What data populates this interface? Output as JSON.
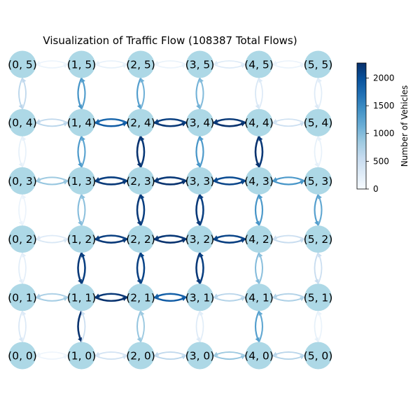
{
  "title": "Visualization of Traffic Flow (108387 Total Flows)",
  "colorbar": {
    "label": "Number of Vehicles",
    "ticks": [
      "0",
      "500",
      "1000",
      "1500",
      "2000"
    ],
    "tick_values": [
      0,
      500,
      1000,
      1500,
      2000
    ],
    "max": 2270,
    "colors": [
      "#f7fbff",
      "#deebf7",
      "#c6dbef",
      "#9ecae1",
      "#6baed6",
      "#4292c6",
      "#2171b5",
      "#08519c",
      "#08306b"
    ]
  },
  "node_color": "#add8e6",
  "nodes": [
    {
      "label": "(0, 0)",
      "x": 0,
      "y": 0
    },
    {
      "label": "(1, 0)",
      "x": 1,
      "y": 0
    },
    {
      "label": "(2, 0)",
      "x": 2,
      "y": 0
    },
    {
      "label": "(3, 0)",
      "x": 3,
      "y": 0
    },
    {
      "label": "(4, 0)",
      "x": 4,
      "y": 0
    },
    {
      "label": "(5, 0)",
      "x": 5,
      "y": 0
    },
    {
      "label": "(0, 1)",
      "x": 0,
      "y": 1
    },
    {
      "label": "(1, 1)",
      "x": 1,
      "y": 1
    },
    {
      "label": "(2, 1)",
      "x": 2,
      "y": 1
    },
    {
      "label": "(3, 1)",
      "x": 3,
      "y": 1
    },
    {
      "label": "(4, 1)",
      "x": 4,
      "y": 1
    },
    {
      "label": "(5, 1)",
      "x": 5,
      "y": 1
    },
    {
      "label": "(0, 2)",
      "x": 0,
      "y": 2
    },
    {
      "label": "(1, 2)",
      "x": 1,
      "y": 2
    },
    {
      "label": "(2, 2)",
      "x": 2,
      "y": 2
    },
    {
      "label": "(3, 2)",
      "x": 3,
      "y": 2
    },
    {
      "label": "(4, 2)",
      "x": 4,
      "y": 2
    },
    {
      "label": "(5, 2)",
      "x": 5,
      "y": 2
    },
    {
      "label": "(0, 3)",
      "x": 0,
      "y": 3
    },
    {
      "label": "(1, 3)",
      "x": 1,
      "y": 3
    },
    {
      "label": "(2, 3)",
      "x": 2,
      "y": 3
    },
    {
      "label": "(3, 3)",
      "x": 3,
      "y": 3
    },
    {
      "label": "(4, 3)",
      "x": 4,
      "y": 3
    },
    {
      "label": "(5, 3)",
      "x": 5,
      "y": 3
    },
    {
      "label": "(0, 4)",
      "x": 0,
      "y": 4
    },
    {
      "label": "(1, 4)",
      "x": 1,
      "y": 4
    },
    {
      "label": "(2, 4)",
      "x": 2,
      "y": 4
    },
    {
      "label": "(3, 4)",
      "x": 3,
      "y": 4
    },
    {
      "label": "(4, 4)",
      "x": 4,
      "y": 4
    },
    {
      "label": "(5, 4)",
      "x": 5,
      "y": 4
    },
    {
      "label": "(0, 5)",
      "x": 0,
      "y": 5
    },
    {
      "label": "(1, 5)",
      "x": 1,
      "y": 5
    },
    {
      "label": "(2, 5)",
      "x": 2,
      "y": 5
    },
    {
      "label": "(3, 5)",
      "x": 3,
      "y": 5
    },
    {
      "label": "(4, 5)",
      "x": 4,
      "y": 5
    },
    {
      "label": "(5, 5)",
      "x": 5,
      "y": 5
    }
  ],
  "edges": [
    {
      "from": [
        0,
        5
      ],
      "to": [
        1,
        5
      ],
      "flow": 150
    },
    {
      "from": [
        1,
        5
      ],
      "to": [
        0,
        5
      ],
      "flow": 120
    },
    {
      "from": [
        1,
        5
      ],
      "to": [
        2,
        5
      ],
      "flow": 200
    },
    {
      "from": [
        2,
        5
      ],
      "to": [
        1,
        5
      ],
      "flow": 180
    },
    {
      "from": [
        2,
        5
      ],
      "to": [
        3,
        5
      ],
      "flow": 150
    },
    {
      "from": [
        3,
        5
      ],
      "to": [
        2,
        5
      ],
      "flow": 160
    },
    {
      "from": [
        3,
        5
      ],
      "to": [
        4,
        5
      ],
      "flow": 300
    },
    {
      "from": [
        4,
        5
      ],
      "to": [
        3,
        5
      ],
      "flow": 280
    },
    {
      "from": [
        4,
        5
      ],
      "to": [
        5,
        5
      ],
      "flow": 150
    },
    {
      "from": [
        5,
        5
      ],
      "to": [
        4,
        5
      ],
      "flow": 140
    },
    {
      "from": [
        0,
        4
      ],
      "to": [
        1,
        4
      ],
      "flow": 650
    },
    {
      "from": [
        1,
        4
      ],
      "to": [
        0,
        4
      ],
      "flow": 600
    },
    {
      "from": [
        1,
        4
      ],
      "to": [
        2,
        4
      ],
      "flow": 1900
    },
    {
      "from": [
        2,
        4
      ],
      "to": [
        1,
        4
      ],
      "flow": 1800
    },
    {
      "from": [
        2,
        4
      ],
      "to": [
        3,
        4
      ],
      "flow": 2200
    },
    {
      "from": [
        3,
        4
      ],
      "to": [
        2,
        4
      ],
      "flow": 2150
    },
    {
      "from": [
        3,
        4
      ],
      "to": [
        4,
        4
      ],
      "flow": 2250
    },
    {
      "from": [
        4,
        4
      ],
      "to": [
        3,
        4
      ],
      "flow": 2200
    },
    {
      "from": [
        4,
        4
      ],
      "to": [
        5,
        4
      ],
      "flow": 500
    },
    {
      "from": [
        5,
        4
      ],
      "to": [
        4,
        4
      ],
      "flow": 450
    },
    {
      "from": [
        0,
        3
      ],
      "to": [
        1,
        3
      ],
      "flow": 900
    },
    {
      "from": [
        1,
        3
      ],
      "to": [
        0,
        3
      ],
      "flow": 850
    },
    {
      "from": [
        1,
        3
      ],
      "to": [
        2,
        3
      ],
      "flow": 2200
    },
    {
      "from": [
        2,
        3
      ],
      "to": [
        1,
        3
      ],
      "flow": 2150
    },
    {
      "from": [
        2,
        3
      ],
      "to": [
        3,
        3
      ],
      "flow": 2250
    },
    {
      "from": [
        3,
        3
      ],
      "to": [
        2,
        3
      ],
      "flow": 2200
    },
    {
      "from": [
        3,
        3
      ],
      "to": [
        4,
        3
      ],
      "flow": 2100
    },
    {
      "from": [
        4,
        3
      ],
      "to": [
        3,
        3
      ],
      "flow": 2050
    },
    {
      "from": [
        4,
        3
      ],
      "to": [
        5,
        3
      ],
      "flow": 1400
    },
    {
      "from": [
        5,
        3
      ],
      "to": [
        4,
        3
      ],
      "flow": 1350
    },
    {
      "from": [
        0,
        2
      ],
      "to": [
        1,
        2
      ],
      "flow": 350
    },
    {
      "from": [
        1,
        2
      ],
      "to": [
        0,
        2
      ],
      "flow": 300
    },
    {
      "from": [
        1,
        2
      ],
      "to": [
        2,
        2
      ],
      "flow": 2200
    },
    {
      "from": [
        2,
        2
      ],
      "to": [
        1,
        2
      ],
      "flow": 2150
    },
    {
      "from": [
        2,
        2
      ],
      "to": [
        3,
        2
      ],
      "flow": 2250
    },
    {
      "from": [
        3,
        2
      ],
      "to": [
        2,
        2
      ],
      "flow": 2200
    },
    {
      "from": [
        3,
        2
      ],
      "to": [
        4,
        2
      ],
      "flow": 2150
    },
    {
      "from": [
        4,
        2
      ],
      "to": [
        3,
        2
      ],
      "flow": 2100
    },
    {
      "from": [
        4,
        2
      ],
      "to": [
        5,
        2
      ],
      "flow": 550
    },
    {
      "from": [
        5,
        2
      ],
      "to": [
        4,
        2
      ],
      "flow": 500
    },
    {
      "from": [
        0,
        1
      ],
      "to": [
        1,
        1
      ],
      "flow": 800
    },
    {
      "from": [
        1,
        1
      ],
      "to": [
        0,
        1
      ],
      "flow": 750
    },
    {
      "from": [
        1,
        1
      ],
      "to": [
        2,
        1
      ],
      "flow": 2250
    },
    {
      "from": [
        2,
        1
      ],
      "to": [
        1,
        1
      ],
      "flow": 2200
    },
    {
      "from": [
        2,
        1
      ],
      "to": [
        3,
        1
      ],
      "flow": 1900
    },
    {
      "from": [
        3,
        1
      ],
      "to": [
        2,
        1
      ],
      "flow": 1850
    },
    {
      "from": [
        3,
        1
      ],
      "to": [
        4,
        1
      ],
      "flow": 700
    },
    {
      "from": [
        4,
        1
      ],
      "to": [
        3,
        1
      ],
      "flow": 650
    },
    {
      "from": [
        4,
        1
      ],
      "to": [
        5,
        1
      ],
      "flow": 750
    },
    {
      "from": [
        5,
        1
      ],
      "to": [
        4,
        1
      ],
      "flow": 700
    },
    {
      "from": [
        0,
        0
      ],
      "to": [
        1,
        0
      ],
      "flow": 120
    },
    {
      "from": [
        1,
        0
      ],
      "to": [
        0,
        0
      ],
      "flow": 100
    },
    {
      "from": [
        1,
        0
      ],
      "to": [
        2,
        0
      ],
      "flow": 450
    },
    {
      "from": [
        2,
        0
      ],
      "to": [
        1,
        0
      ],
      "flow": 400
    },
    {
      "from": [
        2,
        0
      ],
      "to": [
        3,
        0
      ],
      "flow": 650
    },
    {
      "from": [
        3,
        0
      ],
      "to": [
        2,
        0
      ],
      "flow": 600
    },
    {
      "from": [
        3,
        0
      ],
      "to": [
        4,
        0
      ],
      "flow": 900
    },
    {
      "from": [
        4,
        0
      ],
      "to": [
        3,
        0
      ],
      "flow": 850
    },
    {
      "from": [
        4,
        0
      ],
      "to": [
        5,
        0
      ],
      "flow": 700
    },
    {
      "from": [
        5,
        0
      ],
      "to": [
        4,
        0
      ],
      "flow": 650
    },
    {
      "from": [
        0,
        5
      ],
      "to": [
        0,
        4
      ],
      "flow": 650
    },
    {
      "from": [
        0,
        4
      ],
      "to": [
        0,
        5
      ],
      "flow": 600
    },
    {
      "from": [
        0,
        4
      ],
      "to": [
        0,
        3
      ],
      "flow": 200
    },
    {
      "from": [
        0,
        3
      ],
      "to": [
        0,
        4
      ],
      "flow": 180
    },
    {
      "from": [
        0,
        3
      ],
      "to": [
        0,
        2
      ],
      "flow": 150
    },
    {
      "from": [
        0,
        2
      ],
      "to": [
        0,
        3
      ],
      "flow": 140
    },
    {
      "from": [
        0,
        2
      ],
      "to": [
        0,
        1
      ],
      "flow": 250
    },
    {
      "from": [
        0,
        1
      ],
      "to": [
        0,
        2
      ],
      "flow": 230
    },
    {
      "from": [
        0,
        1
      ],
      "to": [
        0,
        0
      ],
      "flow": 350
    },
    {
      "from": [
        0,
        0
      ],
      "to": [
        0,
        1
      ],
      "flow": 300
    },
    {
      "from": [
        1,
        5
      ],
      "to": [
        1,
        4
      ],
      "flow": 1400
    },
    {
      "from": [
        1,
        4
      ],
      "to": [
        1,
        5
      ],
      "flow": 1300
    },
    {
      "from": [
        1,
        4
      ],
      "to": [
        1,
        3
      ],
      "flow": 1350
    },
    {
      "from": [
        1,
        3
      ],
      "to": [
        1,
        4
      ],
      "flow": 1250
    },
    {
      "from": [
        1,
        3
      ],
      "to": [
        1,
        2
      ],
      "flow": 1000
    },
    {
      "from": [
        1,
        2
      ],
      "to": [
        1,
        3
      ],
      "flow": 950
    },
    {
      "from": [
        1,
        2
      ],
      "to": [
        1,
        1
      ],
      "flow": 2200
    },
    {
      "from": [
        1,
        1
      ],
      "to": [
        1,
        2
      ],
      "flow": 2150
    },
    {
      "from": [
        1,
        1
      ],
      "to": [
        1,
        0
      ],
      "flow": 2250
    },
    {
      "from": [
        1,
        0
      ],
      "to": [
        1,
        1
      ],
      "flow": 500
    },
    {
      "from": [
        2,
        5
      ],
      "to": [
        2,
        4
      ],
      "flow": 1300
    },
    {
      "from": [
        2,
        4
      ],
      "to": [
        2,
        5
      ],
      "flow": 1100
    },
    {
      "from": [
        2,
        4
      ],
      "to": [
        2,
        3
      ],
      "flow": 2250
    },
    {
      "from": [
        2,
        3
      ],
      "to": [
        2,
        4
      ],
      "flow": 2200
    },
    {
      "from": [
        2,
        3
      ],
      "to": [
        2,
        2
      ],
      "flow": 2200
    },
    {
      "from": [
        2,
        2
      ],
      "to": [
        2,
        3
      ],
      "flow": 2150
    },
    {
      "from": [
        2,
        2
      ],
      "to": [
        2,
        1
      ],
      "flow": 2150
    },
    {
      "from": [
        2,
        1
      ],
      "to": [
        2,
        2
      ],
      "flow": 2100
    },
    {
      "from": [
        2,
        1
      ],
      "to": [
        2,
        0
      ],
      "flow": 900
    },
    {
      "from": [
        2,
        0
      ],
      "to": [
        2,
        1
      ],
      "flow": 850
    },
    {
      "from": [
        3,
        5
      ],
      "to": [
        3,
        4
      ],
      "flow": 1100
    },
    {
      "from": [
        3,
        4
      ],
      "to": [
        3,
        5
      ],
      "flow": 1000
    },
    {
      "from": [
        3,
        4
      ],
      "to": [
        3,
        3
      ],
      "flow": 1400
    },
    {
      "from": [
        3,
        3
      ],
      "to": [
        3,
        4
      ],
      "flow": 1350
    },
    {
      "from": [
        3,
        3
      ],
      "to": [
        3,
        2
      ],
      "flow": 2200
    },
    {
      "from": [
        3,
        2
      ],
      "to": [
        3,
        3
      ],
      "flow": 2150
    },
    {
      "from": [
        3,
        2
      ],
      "to": [
        3,
        1
      ],
      "flow": 2200
    },
    {
      "from": [
        3,
        1
      ],
      "to": [
        3,
        2
      ],
      "flow": 2150
    },
    {
      "from": [
        3,
        1
      ],
      "to": [
        3,
        0
      ],
      "flow": 300
    },
    {
      "from": [
        3,
        0
      ],
      "to": [
        3,
        1
      ],
      "flow": 250
    },
    {
      "from": [
        4,
        5
      ],
      "to": [
        4,
        4
      ],
      "flow": 350
    },
    {
      "from": [
        4,
        4
      ],
      "to": [
        4,
        5
      ],
      "flow": 300
    },
    {
      "from": [
        4,
        4
      ],
      "to": [
        4,
        3
      ],
      "flow": 2250
    },
    {
      "from": [
        4,
        3
      ],
      "to": [
        4,
        4
      ],
      "flow": 2200
    },
    {
      "from": [
        4,
        3
      ],
      "to": [
        4,
        2
      ],
      "flow": 1400
    },
    {
      "from": [
        4,
        2
      ],
      "to": [
        4,
        3
      ],
      "flow": 1350
    },
    {
      "from": [
        4,
        2
      ],
      "to": [
        4,
        1
      ],
      "flow": 1000
    },
    {
      "from": [
        4,
        1
      ],
      "to": [
        4,
        2
      ],
      "flow": 950
    },
    {
      "from": [
        4,
        1
      ],
      "to": [
        4,
        0
      ],
      "flow": 1300
    },
    {
      "from": [
        4,
        0
      ],
      "to": [
        4,
        1
      ],
      "flow": 1200
    },
    {
      "from": [
        5,
        5
      ],
      "to": [
        5,
        4
      ],
      "flow": 300
    },
    {
      "from": [
        5,
        4
      ],
      "to": [
        5,
        5
      ],
      "flow": 250
    },
    {
      "from": [
        5,
        4
      ],
      "to": [
        5,
        3
      ],
      "flow": 200
    },
    {
      "from": [
        5,
        3
      ],
      "to": [
        5,
        4
      ],
      "flow": 180
    },
    {
      "from": [
        5,
        3
      ],
      "to": [
        5,
        2
      ],
      "flow": 1300
    },
    {
      "from": [
        5,
        2
      ],
      "to": [
        5,
        3
      ],
      "flow": 1200
    },
    {
      "from": [
        5,
        2
      ],
      "to": [
        5,
        1
      ],
      "flow": 550
    },
    {
      "from": [
        5,
        1
      ],
      "to": [
        5,
        2
      ],
      "flow": 500
    },
    {
      "from": [
        5,
        1
      ],
      "to": [
        5,
        0
      ],
      "flow": 200
    },
    {
      "from": [
        5,
        0
      ],
      "to": [
        5,
        1
      ],
      "flow": 150
    }
  ]
}
